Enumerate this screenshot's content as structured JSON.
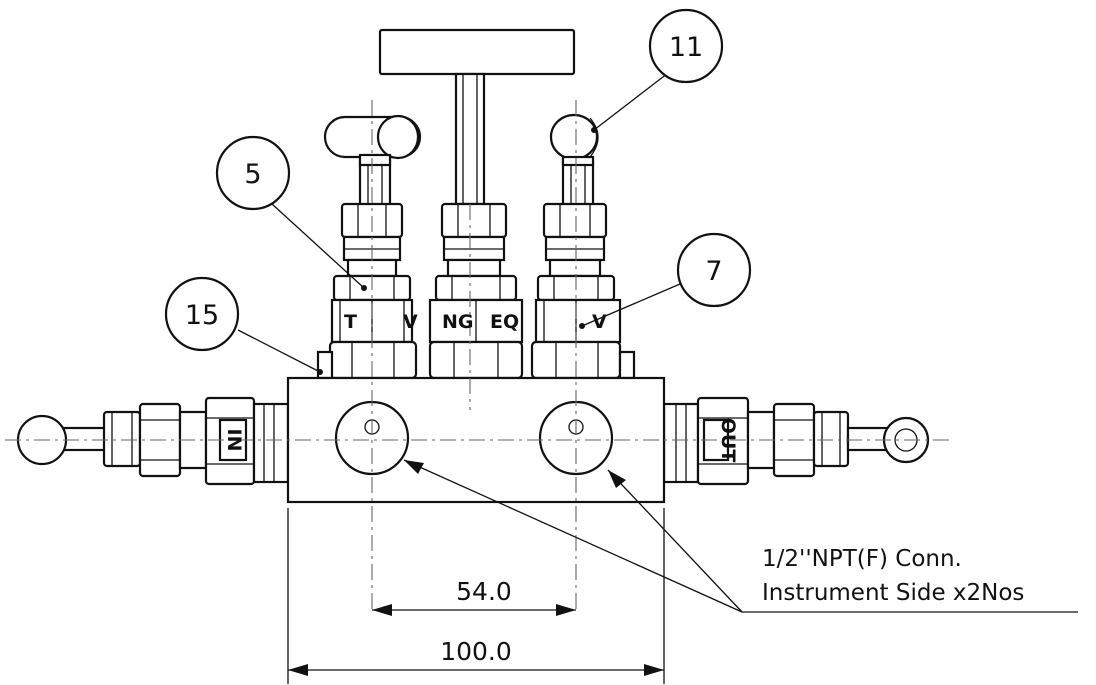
{
  "balloons": [
    {
      "id": "callout-5",
      "label": "5"
    },
    {
      "id": "callout-7",
      "label": "7"
    },
    {
      "id": "callout-11",
      "label": "11"
    },
    {
      "id": "callout-15",
      "label": "15"
    }
  ],
  "dimensions": {
    "inner_spacing": "54.0",
    "overall_width": "100.0"
  },
  "note": {
    "line1": "1/2''NPT(F) Conn.",
    "line2": "Instrument Side x2Nos"
  },
  "valve_markings": {
    "left_hex": "T",
    "left_band": "V",
    "center_left": "NG",
    "center_right": "EQ",
    "right_band": "V",
    "left_side_port": "IN",
    "right_side_port": "OUT"
  },
  "colors": {
    "line": "#111111",
    "centerline": "#666666",
    "background": "#ffffff"
  }
}
